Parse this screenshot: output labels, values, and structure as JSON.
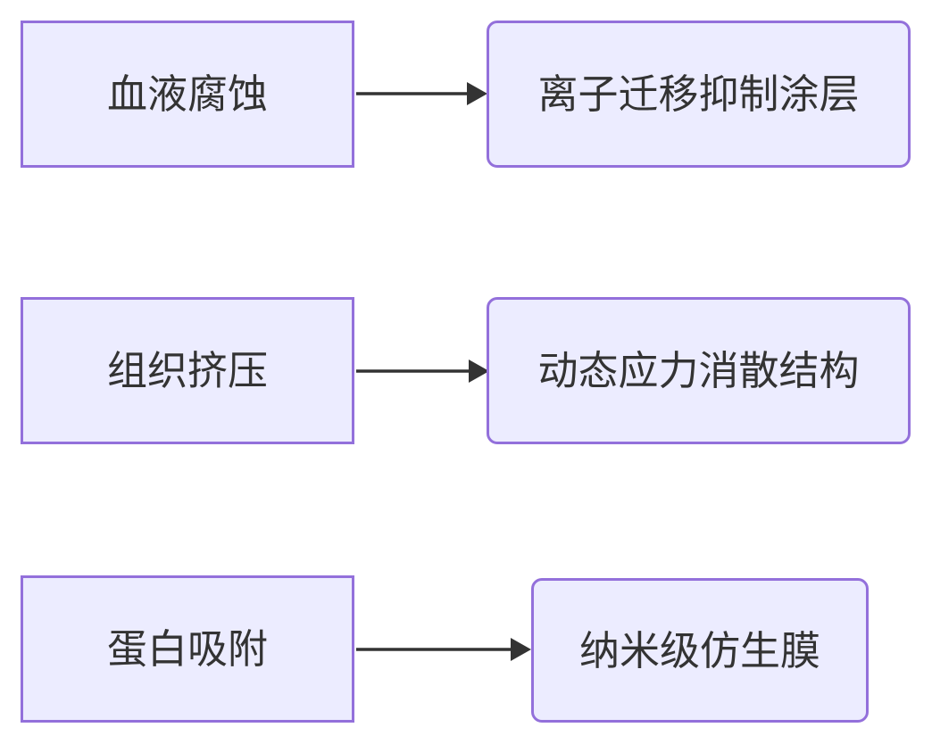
{
  "diagram": {
    "type": "flowchart",
    "direction": "left-to-right",
    "nodes": [
      {
        "id": "blood-corrosion",
        "label": "血液腐蚀",
        "shape": "rect",
        "column": "left"
      },
      {
        "id": "ion-migration-coating",
        "label": "离子迁移抑制涂层",
        "shape": "rounded",
        "column": "right"
      },
      {
        "id": "tissue-compression",
        "label": "组织挤压",
        "shape": "rect",
        "column": "left"
      },
      {
        "id": "dynamic-stress-structure",
        "label": "动态应力消散结构",
        "shape": "rounded",
        "column": "right"
      },
      {
        "id": "protein-adsorption",
        "label": "蛋白吸附",
        "shape": "rect",
        "column": "left"
      },
      {
        "id": "nanoscale-biomimetic-membrane",
        "label": "纳米级仿生膜",
        "shape": "rounded",
        "column": "right"
      }
    ],
    "edges": [
      {
        "from": "blood-corrosion",
        "to": "ion-migration-coating",
        "style": "arrow"
      },
      {
        "from": "tissue-compression",
        "to": "dynamic-stress-structure",
        "style": "arrow"
      },
      {
        "from": "protein-adsorption",
        "to": "nanoscale-biomimetic-membrane",
        "style": "arrow"
      }
    ],
    "colors": {
      "node_fill": "#ECECFF",
      "node_border": "#9370DB",
      "arrow": "#333333",
      "text": "#333333",
      "background": "#ffffff"
    }
  }
}
